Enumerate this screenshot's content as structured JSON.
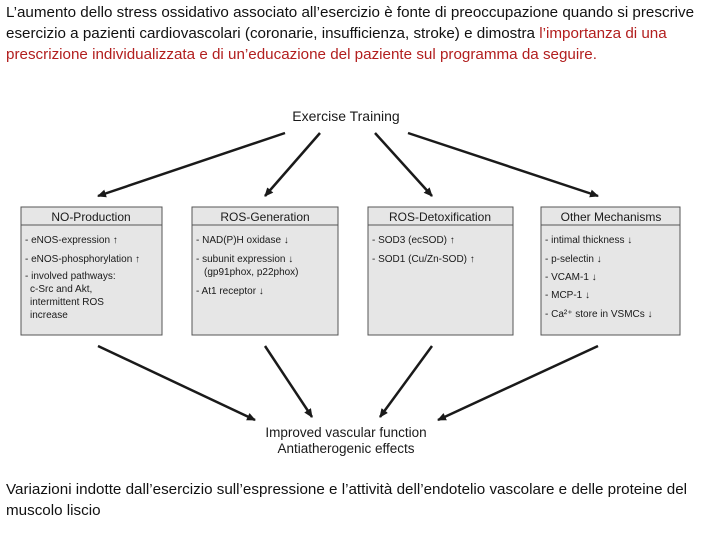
{
  "intro": {
    "line1": "L’aumento dello stress ossidativo associato all’esercizio è fonte di preoccupazione quando si prescrive esercizio a pazienti cardiovascolari (coronarie, insufficienza, stroke) e dimostra",
    "line2": "l’importanza di una prescrizione individualizzata e di un’educazione del paziente sul programma da seguire."
  },
  "diagram": {
    "top_label": "Exercise Training",
    "boxes": [
      {
        "title": "NO-Production",
        "items": [
          "- eNOS-expression ↑",
          "- eNOS-phosphorylation ↑",
          "- involved pathways:",
          "c-Src and Akt,",
          "intermittent ROS",
          "increase"
        ]
      },
      {
        "title": "ROS-Generation",
        "items": [
          "- NAD(P)H oxidase ↓",
          "- subunit expression ↓",
          "(gp91phox, p22phox)",
          "- At1 receptor ↓"
        ]
      },
      {
        "title": "ROS-Detoxification",
        "items": [
          "- SOD3 (ecSOD) ↑",
          "- SOD1 (Cu/Zn-SOD) ↑"
        ]
      },
      {
        "title": "Other Mechanisms",
        "items": [
          "- intimal thickness ↓",
          "- p-selectin ↓",
          "- VCAM-1 ↓",
          "- MCP-1 ↓",
          "- Ca²⁺ store in VSMCs ↓"
        ]
      }
    ],
    "bottom_line1": "Improved vascular function",
    "bottom_line2": "Antiatherogenic effects"
  },
  "caption": "Variazioni indotte dall’esercizio sull’espressione e l’attività dell’endotelio vascolare e delle proteine del muscolo liscio"
}
